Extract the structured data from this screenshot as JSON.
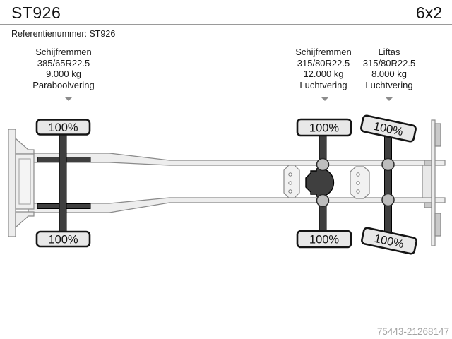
{
  "header": {
    "title": "ST926",
    "drive_config": "6x2",
    "reference": "Referentienummer: ST926"
  },
  "axle_annotations": [
    {
      "line1": "Schijfremmen",
      "line2": "385/65R22.5",
      "line3": "9.000 kg",
      "line4": "Paraboolvering"
    },
    {
      "line1": "Schijfremmen",
      "line2": "315/80R22.5",
      "line3": "12.000 kg",
      "line4": "Luchtvering"
    },
    {
      "line1": "Liftas",
      "line2": "315/80R22.5",
      "line3": "8.000 kg",
      "line4": "Luchtvering"
    }
  ],
  "wheels": [
    {
      "label": "100%"
    },
    {
      "label": "100%"
    },
    {
      "label": "100%"
    },
    {
      "label": "100%"
    },
    {
      "label": "100%"
    },
    {
      "label": "100%"
    }
  ],
  "footer": {
    "listing_id": "75443-21268147"
  },
  "icons": {
    "axle_pointer": "down-triangle"
  },
  "colors": {
    "frame_light": "#ededed",
    "outline_gray": "#8a8a8a",
    "dark_part": "#3f3f3f",
    "wheel_fill": "#e8e8e8",
    "wheel_stroke": "#151515",
    "arrow_gray": "#8c8c8c",
    "id_text_gray": "#a3a3a3"
  }
}
